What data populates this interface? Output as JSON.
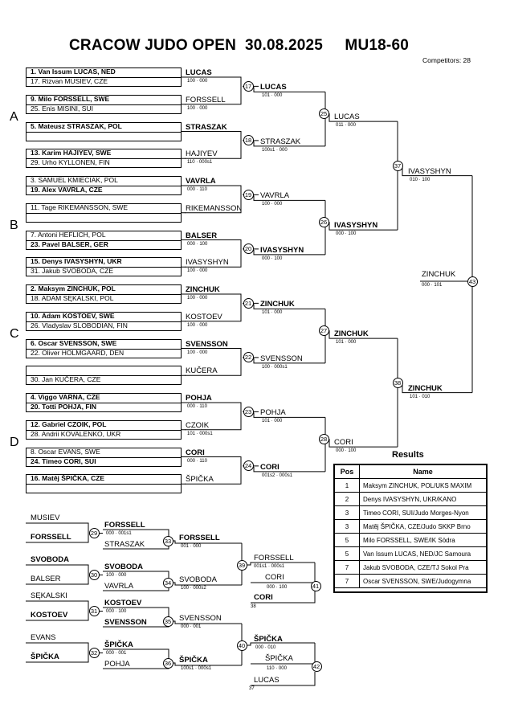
{
  "header": {
    "title": "CRACOW JUDO OPEN  30.08.2025     MU18-60",
    "competitors": "Competitors: 28"
  },
  "pools": [
    "A",
    "B",
    "C",
    "D"
  ],
  "entries": [
    "1. Van Issum LUCAS, NED",
    "17. Rizvan MUSIEV, CZE",
    "9. Milo FORSSELL, SWE",
    "25. Enis MISINI, SUI",
    "5. Mateusz STRASZAK, POL",
    "",
    "13. Karim HAJIYEV, SWE",
    "29. Urho KYLLONEN, FIN",
    "3. SAMUEL KMIECIAK, POL",
    "19. Alex VAVRLA, CZE",
    "11. Tage RIKEMANSSON, SWE",
    "",
    "7. Antoni HEFLICH, POL",
    "23. Pavel BALSER, GER",
    "15. Denys IVASYSHYN, UKR",
    "31. Jakub SVOBODA, CZE",
    "2. Maksym ZINCHUK, POL",
    "18. ADAM SĘKALSKI, POL",
    "10. Adam KOSTOEV, SWE",
    "26. Vladyslav SLOBODIAN, FIN",
    "6. Oscar SVENSSON, SWE",
    "22. Oliver HOLMGAARD, DEN",
    "",
    "30. Jan KUČERA, CZE",
    "4. Viggo VARNA, CZE",
    "20. Totti POHJA, FIN",
    "12. Gabriel CZOIK, POL",
    "28. Andrii KOVALENKO, UKR",
    "8. Oscar EVANS, SWE",
    "24. Timeo CORI, SUI",
    "16. Matěj ŠPIČKA, CZE",
    ""
  ],
  "r1": [
    {
      "w": "LUCAS",
      "s": "100 · 000"
    },
    {
      "w": "FORSSELL",
      "s": "100 · 000"
    },
    {
      "w": "STRASZAK",
      "s": ""
    },
    {
      "w": "HAJIYEV",
      "s": "110 · 000s1"
    },
    {
      "w": "VAVRLA",
      "s": "000 · 110"
    },
    {
      "w": "RIKEMANSSON",
      "s": ""
    },
    {
      "w": "BALSER",
      "s": "000 · 100"
    },
    {
      "w": "IVASYSHYN",
      "s": "100 · 000"
    },
    {
      "w": "ZINCHUK",
      "s": "100 · 000"
    },
    {
      "w": "KOSTOEV",
      "s": "100 · 000"
    },
    {
      "w": "SVENSSON",
      "s": "100 · 000"
    },
    {
      "w": "KUČERA",
      "s": ""
    },
    {
      "w": "POHJA",
      "s": "000 · 110"
    },
    {
      "w": "CZOIK",
      "s": "101 · 000s1"
    },
    {
      "w": "CORI",
      "s": "000 · 110"
    },
    {
      "w": "ŠPIČKA",
      "s": ""
    }
  ],
  "r2": [
    {
      "n": "17",
      "w": "LUCAS",
      "s": "101 · 000"
    },
    {
      "n": "18",
      "w": "STRASZAK",
      "s": "100s1 · 000"
    },
    {
      "n": "19",
      "w": "VAVRLA",
      "s": "100 · 000"
    },
    {
      "n": "20",
      "w": "IVASYSHYN",
      "s": "000 · 100"
    },
    {
      "n": "21",
      "w": "ZINCHUK",
      "s": "101 · 000"
    },
    {
      "n": "22",
      "w": "SVENSSON",
      "s": "100 · 000s1"
    },
    {
      "n": "23",
      "w": "POHJA",
      "s": "101 · 000"
    },
    {
      "n": "24",
      "w": "CORI",
      "s": "001s2 · 000s1"
    }
  ],
  "r3": [
    {
      "n": "25",
      "w": "LUCAS",
      "s": "011 · 000"
    },
    {
      "n": "26",
      "w": "IVASYSHYN",
      "s": "000 · 100"
    },
    {
      "n": "27",
      "w": "ZINCHUK",
      "s": "101 · 000"
    },
    {
      "n": "28",
      "w": "CORI",
      "s": "000 · 100"
    }
  ],
  "r4": [
    {
      "n": "37",
      "w": "IVASYSHYN",
      "s": "010 · 100"
    },
    {
      "n": "38",
      "w": "ZINCHUK",
      "s": "101 · 010"
    }
  ],
  "final": {
    "n": "43",
    "w": "ZINCHUK",
    "s": "000 · 101"
  },
  "rep": {
    "m29": {
      "n": "29",
      "a": "MUSIEV",
      "b": "FORSSELL",
      "w": "FORSSELL",
      "s": "000 · 001s1",
      "o": "STRASZAK"
    },
    "m30": {
      "n": "30",
      "a": "SVOBODA",
      "b": "BALSER",
      "w": "SVOBODA",
      "s": "100 · 000",
      "o": "VAVRLA"
    },
    "m31": {
      "n": "31",
      "a": "SĘKALSKI",
      "b": "KOSTOEV",
      "w": "KOSTOEV",
      "s": "000 · 100",
      "o": "SVENSSON"
    },
    "m32": {
      "n": "32",
      "a": "EVANS",
      "b": "ŠPIČKA",
      "w": "ŠPIČKA",
      "s": "000 · 001",
      "o": "POHJA"
    },
    "m33": {
      "n": "33",
      "w": "FORSSELL",
      "s": "001 · 000"
    },
    "m34": {
      "n": "34",
      "w": "SVOBODA",
      "s": "100 · 000s2"
    },
    "m35": {
      "n": "35",
      "w": "SVENSSON",
      "s": "000 · 001"
    },
    "m36": {
      "n": "36",
      "w": "ŠPIČKA",
      "s": "100s1 · 000s1"
    },
    "m39": {
      "n": "39",
      "w": "FORSSELL",
      "s": "001s1 · 000s1"
    },
    "m40": {
      "n": "40",
      "w": "ŠPIČKA",
      "s": "000 · 010"
    },
    "m41": {
      "n": "41",
      "a": "CORI",
      "w": "CORI",
      "s": "000 · 100",
      "x": "38"
    },
    "m42": {
      "n": "42",
      "a": "ŠPIČKA",
      "w": "LUCAS",
      "s": "110 · 000",
      "x": "37"
    }
  },
  "results": {
    "title": "Results",
    "headers": [
      "Pos",
      "Name"
    ],
    "rows": [
      {
        "pos": "1",
        "name": "Maksym ZINCHUK, POL/UKS MAXIM"
      },
      {
        "pos": "2",
        "name": "Denys IVASYSHYN, UKR/KANO"
      },
      {
        "pos": "3",
        "name": "Timeo CORI, SUI/Judo Morges-Nyon"
      },
      {
        "pos": "3",
        "name": "Matěj ŠPIČKA, CZE/Judo SKKP Brno"
      },
      {
        "pos": "5",
        "name": "Milo FORSSELL, SWE/IK Södra"
      },
      {
        "pos": "5",
        "name": "Van Issum LUCAS, NED/JC Samoura"
      },
      {
        "pos": "7",
        "name": "Jakub SVOBODA, CZE/TJ Sokol Pra"
      },
      {
        "pos": "7",
        "name": "Oscar SVENSSON, SWE/Judogymna"
      }
    ]
  }
}
